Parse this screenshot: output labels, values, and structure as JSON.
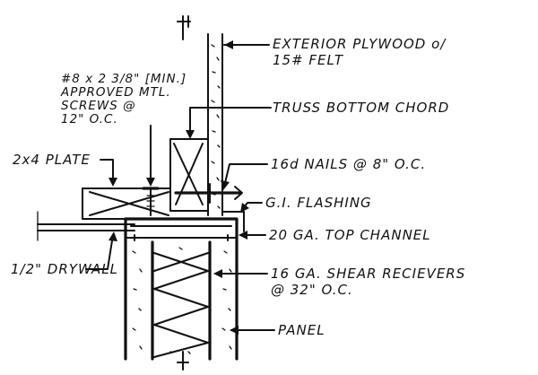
{
  "labels": {
    "exterior_line1": "EXTERIOR PLYWOOD o/",
    "exterior_line2": "15# FELT",
    "screw_line1": "#8 x 2 3/8\" [MIN.]",
    "screw_line2": "APPROVED MTL.",
    "screw_line3": "SCREWS @",
    "screw_line4": "12\" O.C.",
    "truss": "TRUSS BOTTOM CHORD",
    "plate": "2x4 PLATE",
    "nails": "16d NAILS @ 8\" O.C.",
    "flashing": "G.I. FLASHING",
    "top_channel": "20 GA. TOP CHANNEL",
    "drywall": "1/2\" DRYWALL",
    "shear_line1": "16 GA. SHEAR RECIEVERS",
    "shear_line2": "@ 32\" O.C.",
    "panel": "PANEL"
  }
}
